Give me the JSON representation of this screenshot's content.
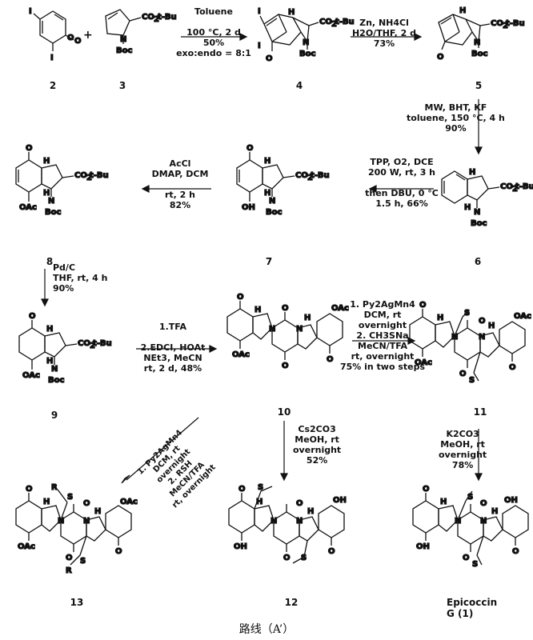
{
  "scheme": {
    "caption": "路线（A’）",
    "compound_labels": {
      "c2": "2",
      "c3": "3",
      "c4": "4",
      "c5": "5",
      "c6": "6",
      "c7": "7",
      "c8": "8",
      "c9": "9",
      "c10": "10",
      "c11": "11",
      "c12": "12",
      "c13": "13",
      "c1": "Epicoccin G (1)"
    },
    "plus": "+",
    "conditions": {
      "step_2_3_to_4": "Toluene\n\n100 °C, 2 d\n50%\nexo:endo = 8:1",
      "step_4_to_5": "Zn, NH4Cl\nH2O/THF, 2 d\n73%",
      "step_5_to_6": "MW, BHT, KF\ntoluene, 150 °C, 4 h\n90%",
      "step_6_to_7": "TPP, O2, DCE\n200 W, rt, 3 h\n\nthen DBU, 0 °C\n1.5 h, 66%",
      "step_7_to_8": "AcCl\nDMAP, DCM\n\nrt, 2 h\n82%",
      "step_8_to_9": "Pd/C\nTHF, rt, 4 h\n90%",
      "step_9_to_10": "1.TFA\n\n2.EDCI, HOAt\nNEt3, MeCN\nrt, 2 d, 48%",
      "step_10_to_11": "1. Py2AgMn4\nDCM, rt\novernight\n2. CH3SNa\nMeCN/TFA\nrt, overnight\n75% in two steps",
      "step_10_to_12": "Cs2CO3\nMeOH, rt\novernight\n52%",
      "step_11_to_1": "K2CO3\nMeOH, rt\novernight\n78%",
      "step_10_to_13": "1. Py2AgMn4\nDCM, rt\novernight\n2. RSH\nMeCN/TFA\nrt, overnight"
    },
    "atoms": {
      "I": "I",
      "O": "O",
      "N": "N",
      "H": "H",
      "Boc": "Boc",
      "CO2tBu": "CO2t-Bu",
      "OAc": "OAc",
      "OH": "OH",
      "S": "S",
      "R": "R"
    }
  }
}
